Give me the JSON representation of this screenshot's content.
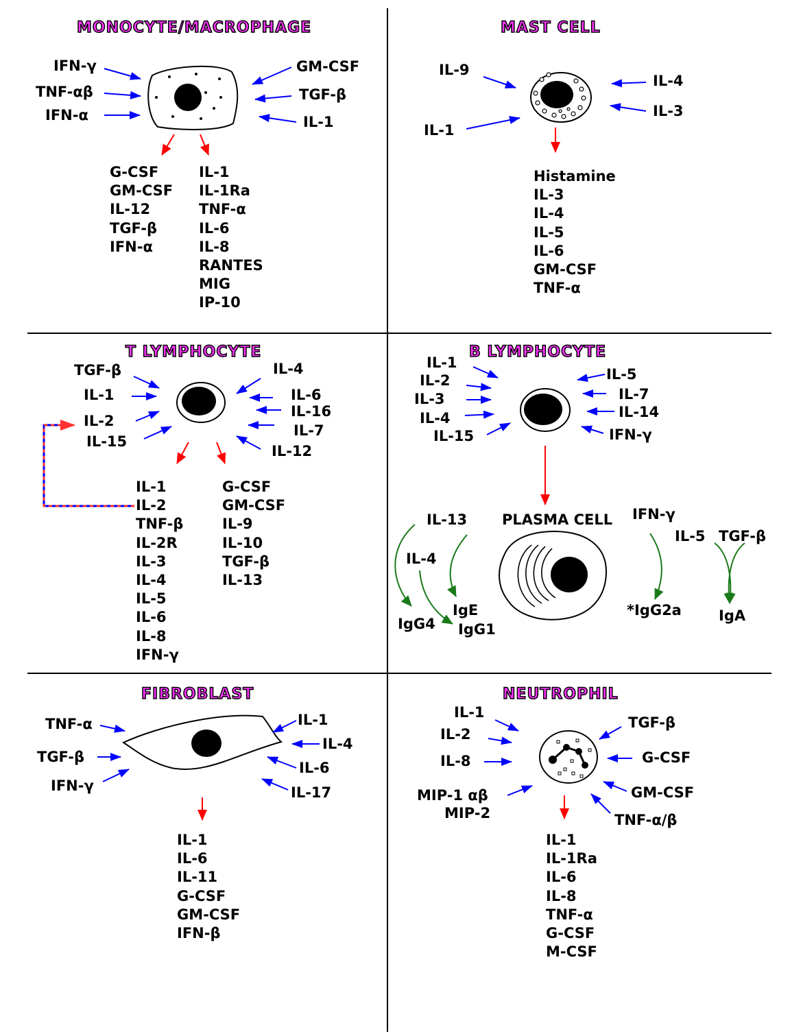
{
  "colors": {
    "title": "#ff33ff",
    "input_arrow": "#0000ff",
    "output_arrow": "#ff0000",
    "class_switch_arrow": "#1a7a1a"
  },
  "panels": {
    "monocyte": {
      "title": "MONOCYTE/MACROPHAGE",
      "inputs_left": [
        "IFN-γ",
        "TNF-αβ",
        "IFN-α"
      ],
      "inputs_right": [
        "GM-CSF",
        "TGF-β",
        "IL-1"
      ],
      "outputs_left": [
        "G-CSF",
        "GM-CSF",
        "IL-12",
        "TGF-β",
        "IFN-α"
      ],
      "outputs_right": [
        "IL-1",
        "IL-1Ra",
        "TNF-α",
        "IL-6",
        "IL-8",
        "RANTES",
        "MIG",
        "IP-10"
      ]
    },
    "mast": {
      "title": "MAST CELL",
      "inputs_left": [
        "IL-9",
        "IL-1"
      ],
      "inputs_right": [
        "IL-4",
        "IL-3"
      ],
      "outputs": [
        "Histamine",
        "IL-3",
        "IL-4",
        "IL-5",
        "IL-6",
        "GM-CSF",
        "TNF-α"
      ]
    },
    "t_lymphocyte": {
      "title": "T LYMPHOCYTE",
      "inputs_left": [
        "TGF-β",
        "IL-1",
        "IL-2",
        "IL-15"
      ],
      "inputs_right": [
        "IL-4",
        "IL-6",
        "IL-16",
        "IL-7",
        "IL-12"
      ],
      "outputs_left": [
        "IL-1",
        "IL-2",
        "TNF-β",
        "IL-2R",
        "IL-3",
        "IL-4",
        "IL-5",
        "IL-6",
        "IL-8",
        "IFN-γ"
      ],
      "outputs_right": [
        "G-CSF",
        "GM-CSF",
        "IL-9",
        "IL-10",
        "TGF-β",
        "IL-13"
      ]
    },
    "b_lymphocyte": {
      "title": "B LYMPHOCYTE",
      "inputs_left": [
        "IL-1",
        "IL-2",
        "IL-3",
        "IL-4",
        "IL-15"
      ],
      "inputs_right": [
        "IL-5",
        "IL-7",
        "IL-14",
        "IFN-γ"
      ],
      "plasma_cell": "PLASMA CELL",
      "switch_inputs": [
        "IL-13",
        "IL-4",
        "IFN-γ",
        "IL-5",
        "TGF-β"
      ],
      "isotypes": [
        "IgG4",
        "IgE",
        "IgG1",
        "*IgG2a",
        "IgA"
      ]
    },
    "fibroblast": {
      "title": "FIBROBLAST",
      "inputs_left": [
        "TNF-α",
        "TGF-β",
        "IFN-γ"
      ],
      "inputs_right": [
        "IL-1",
        "IL-4",
        "IL-6",
        "IL-17"
      ],
      "outputs": [
        "IL-1",
        "IL-6",
        "IL-11",
        "G-CSF",
        "GM-CSF",
        "IFN-β"
      ]
    },
    "neutrophil": {
      "title": "NEUTROPHIL",
      "inputs_left": [
        "IL-1",
        "IL-2",
        "IL-8",
        "MIP-1 αβ",
        "MIP-2"
      ],
      "inputs_right": [
        "TGF-β",
        "G-CSF",
        "GM-CSF",
        "TNF-α/β"
      ],
      "outputs": [
        "IL-1",
        "IL-1Ra",
        "IL-6",
        "IL-8",
        "TNF-α",
        "G-CSF",
        "M-CSF"
      ]
    }
  }
}
